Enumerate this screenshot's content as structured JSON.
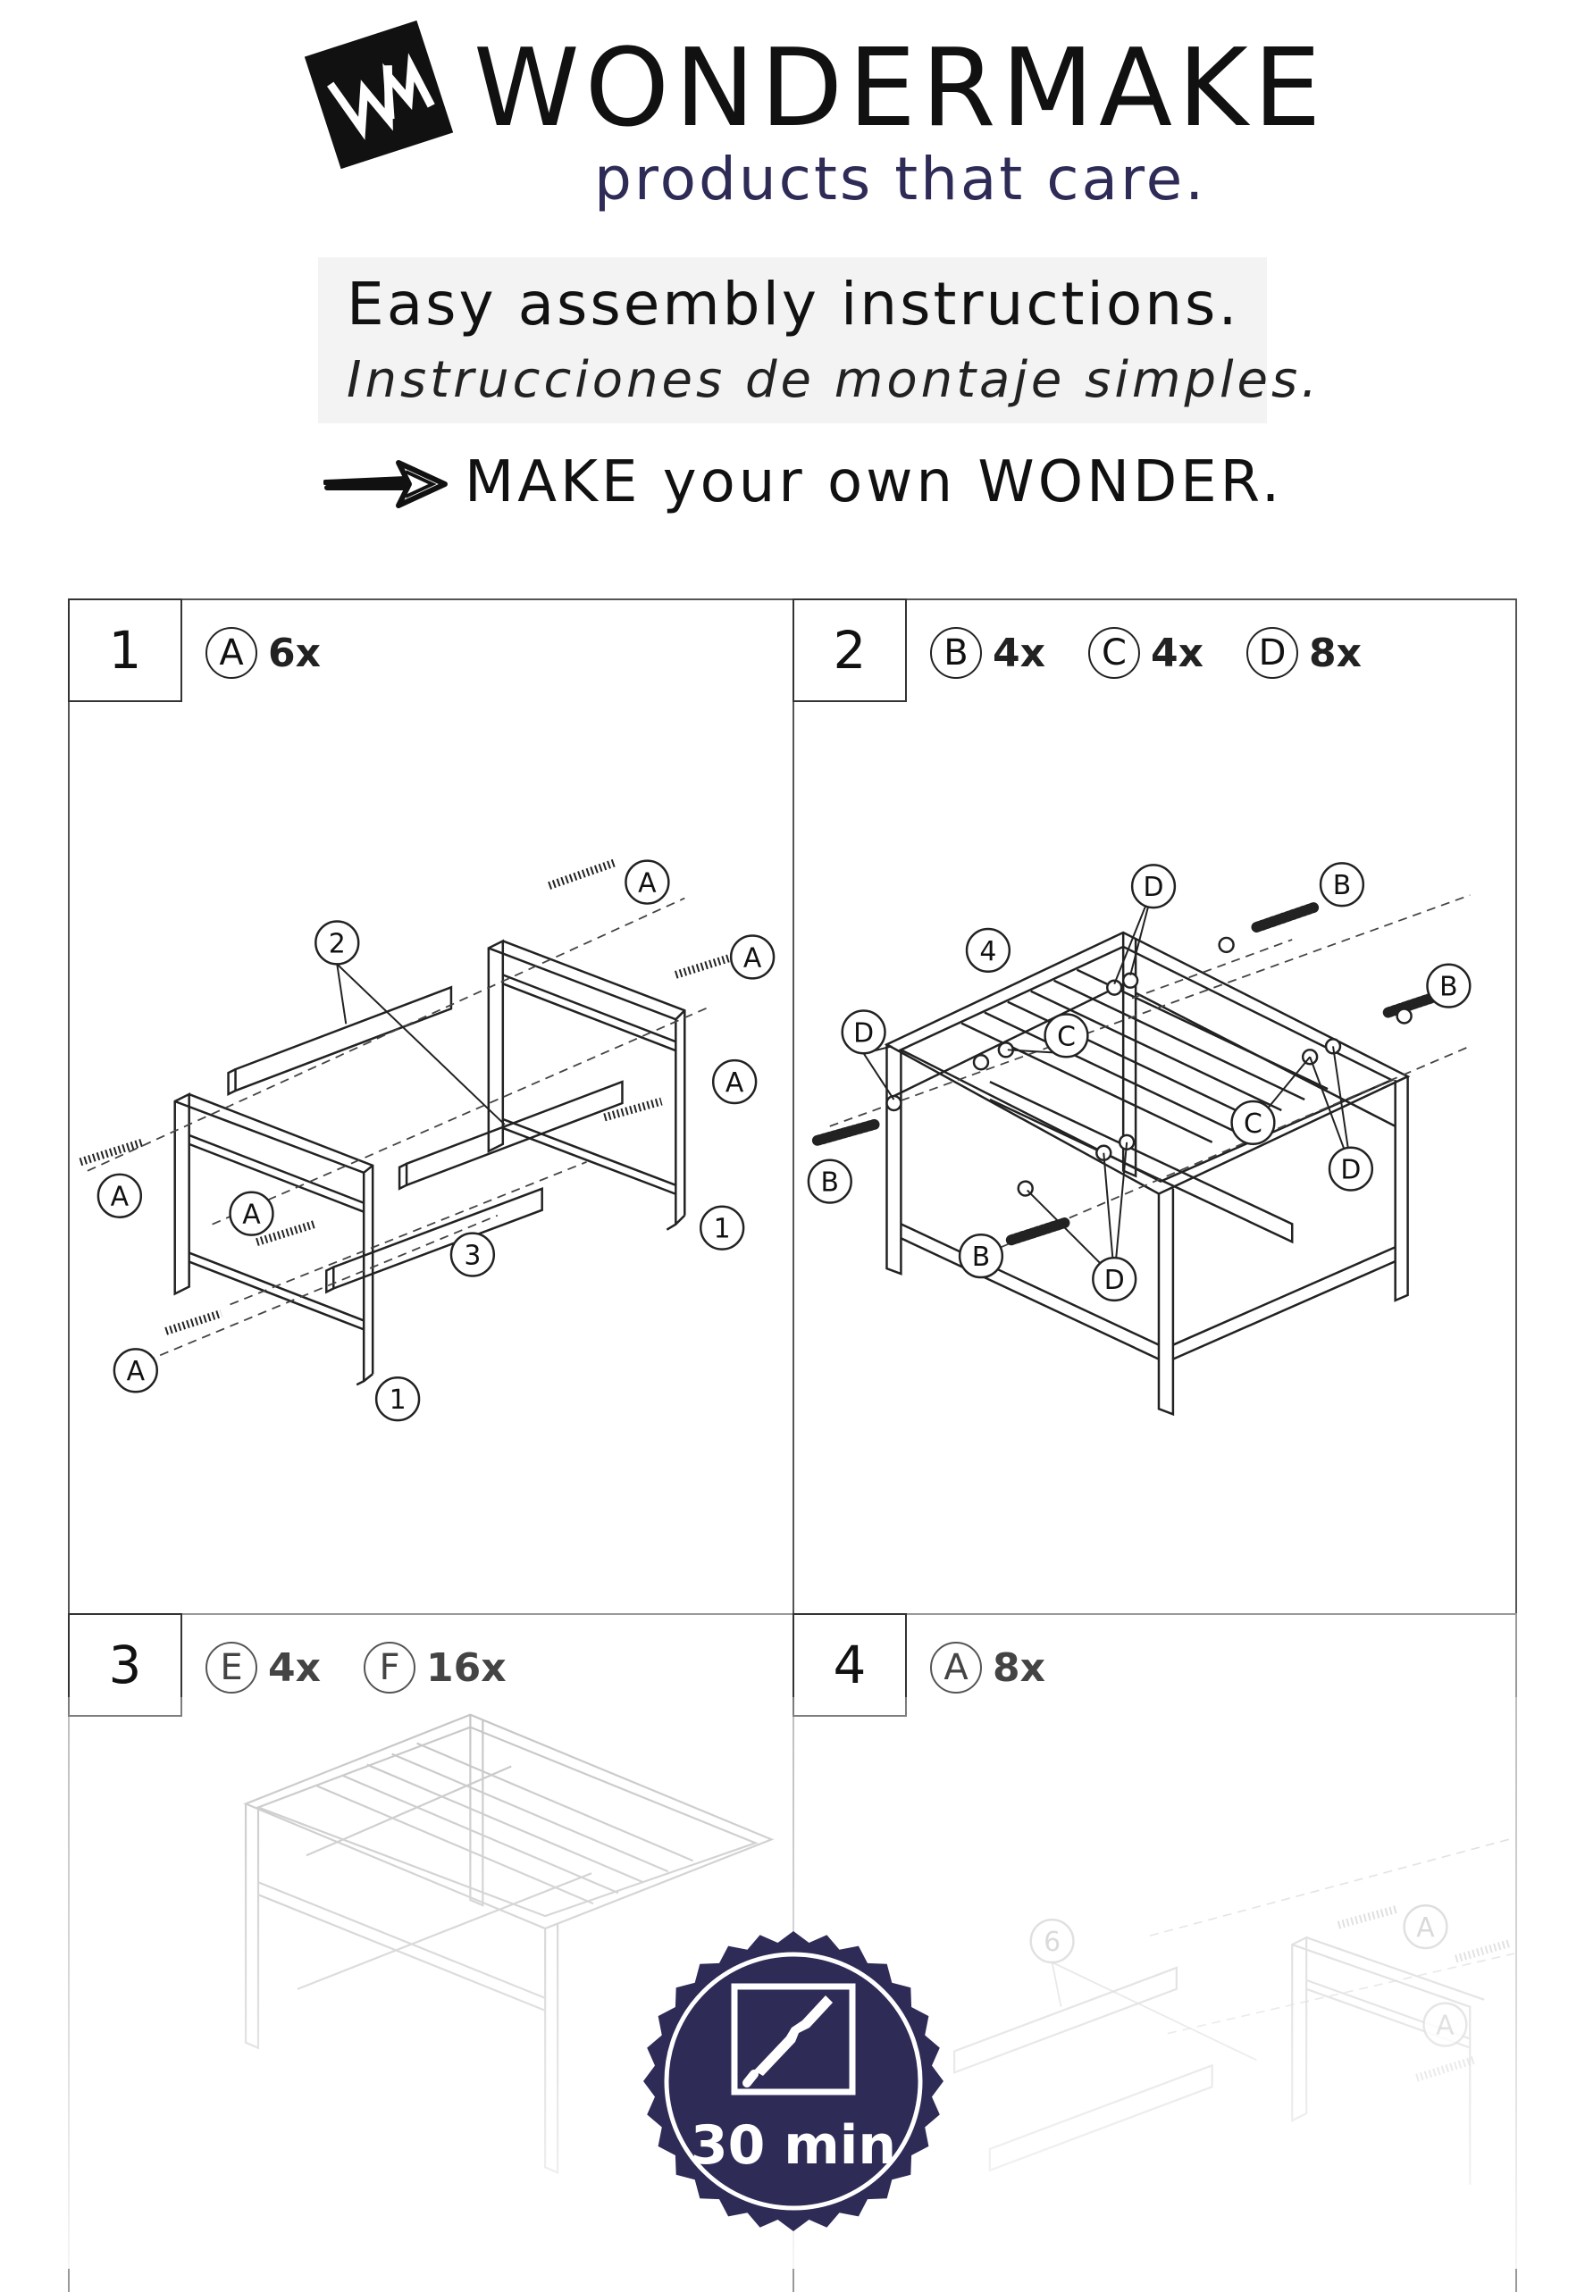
{
  "header": {
    "brand": "WONDERMAKE",
    "tagline": "products that care.",
    "title_en": "Easy assembly instructions.",
    "title_es": "Instrucciones de montaje simples.",
    "slogan": "MAKE your own WONDER."
  },
  "colors": {
    "brand_navy": "#2e2b57",
    "ink": "#1a1a1a"
  },
  "steps": [
    {
      "number": "1",
      "parts": [
        {
          "letter": "A",
          "qty": "6x"
        }
      ],
      "callouts": [
        "A",
        "A",
        "A",
        "A",
        "A",
        "A",
        "1",
        "1",
        "2",
        "3"
      ]
    },
    {
      "number": "2",
      "parts": [
        {
          "letter": "B",
          "qty": "4x"
        },
        {
          "letter": "C",
          "qty": "4x"
        },
        {
          "letter": "D",
          "qty": "8x"
        }
      ],
      "callouts": [
        "B",
        "B",
        "B",
        "B",
        "C",
        "C",
        "D",
        "D",
        "D",
        "D",
        "4"
      ]
    },
    {
      "number": "3",
      "parts": [
        {
          "letter": "E",
          "qty": "4x"
        },
        {
          "letter": "F",
          "qty": "16x"
        }
      ]
    },
    {
      "number": "4",
      "parts": [
        {
          "letter": "A",
          "qty": "8x"
        }
      ],
      "callouts": [
        "A",
        "A",
        "6"
      ]
    }
  ],
  "badge": {
    "icon": "screwdriver-icon",
    "time": "30 min"
  }
}
